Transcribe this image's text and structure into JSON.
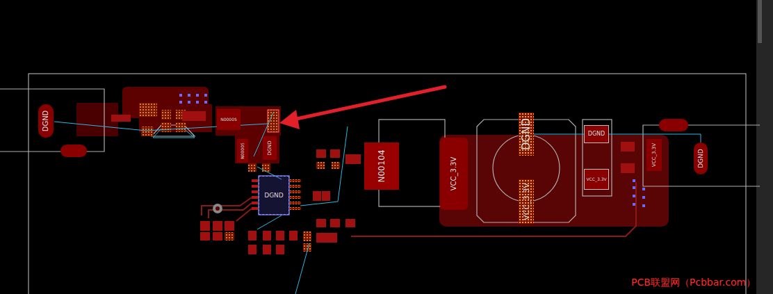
{
  "diagram": {
    "nodes": [
      {
        "text": [
          "DGND"
        ]
      },
      {
        "text": [
          "N00005"
        ]
      },
      {
        "text": [
          "N00005"
        ]
      },
      {
        "text": [
          "DGND"
        ]
      },
      {
        "text": [
          "DGND"
        ]
      },
      {
        "text": [
          "N00104"
        ]
      },
      {
        "text": [
          "VCC_3.3V"
        ]
      },
      {
        "text": [
          "DGND"
        ]
      },
      {
        "text": [
          "VCC_3.3V"
        ]
      },
      {
        "text": [
          "DGND"
        ]
      },
      {
        "text": [
          "VCC_3.3V"
        ]
      },
      {
        "text": [
          "VCC_3.3V"
        ]
      },
      {
        "text": [
          "DGND"
        ]
      }
    ],
    "edges": [
      {
        "from": 7,
        "to": 9,
        "arrow": "none"
      },
      {
        "from": 9,
        "to": 12,
        "arrow": "none"
      }
    ],
    "labels": [
      "PCB联盟网（Pcbbar.com）"
    ]
  }
}
